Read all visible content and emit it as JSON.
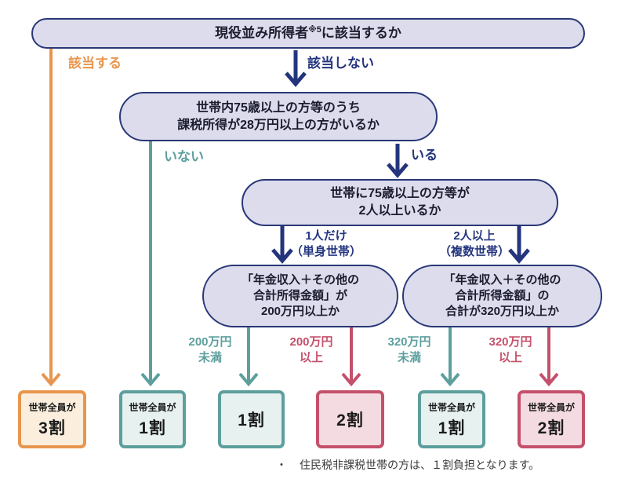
{
  "colors": {
    "navy": "#24357d",
    "orange": "#e8964e",
    "teal": "#5d9f9d",
    "red": "#c4516b",
    "node-fill": "#dcdcec",
    "node-border": "#2a3878",
    "node-text": "#1c1c30",
    "box-orange-fill": "#fbeedd",
    "box-teal-fill": "#e7f1f0",
    "box-red-fill": "#f4dbe1",
    "box-text": "#1b1b1b",
    "note-text": "#3a3a3a"
  },
  "nodes": {
    "q1": {
      "pre": "現役並み所得者",
      "sup": "※5",
      "post": "に該当するか"
    },
    "q2": {
      "line1": "世帯内75歳以上の方等のうち",
      "line2": "課税所得が28万円以上の方がいるか"
    },
    "q3": {
      "line1": "世帯に75歳以上の方等が",
      "line2": "2人以上いるか"
    },
    "q4a": {
      "line1": "「年金収入＋その他の",
      "line2": "合計所得金額」が",
      "line3": "200万円以上か"
    },
    "q4b": {
      "line1": "「年金収入＋その他の",
      "line2": "合計所得金額」の",
      "line3": "合計が320万円以上か"
    }
  },
  "branch_labels": {
    "applies": "該当する",
    "not_applies": "該当しない",
    "none": "いない",
    "exists": "いる",
    "one_person_line1": "1人だけ",
    "one_person_line2": "（単身世帯）",
    "two_plus_line1": "2人以上",
    "two_plus_line2": "（複数世帯）",
    "under200_line1": "200万円",
    "under200_line2": "未満",
    "over200_line1": "200万円",
    "over200_line2": "以上",
    "under320_line1": "320万円",
    "under320_line2": "未満",
    "over320_line1": "320万円",
    "over320_line2": "以上"
  },
  "results": {
    "all_prefix": "世帯全員が",
    "box1": {
      "prefix": "世帯全員が",
      "value": "3割"
    },
    "box2": {
      "prefix": "世帯全員が",
      "value": "1割"
    },
    "box3": {
      "value": "1割"
    },
    "box4": {
      "value": "2割"
    },
    "box5": {
      "prefix": "世帯全員が",
      "value": "1割"
    },
    "box6": {
      "prefix": "世帯全員が",
      "value": "2割"
    }
  },
  "note": {
    "bullet": "・",
    "text": "住民税非課税世帯の方は、１割負担となります。"
  }
}
